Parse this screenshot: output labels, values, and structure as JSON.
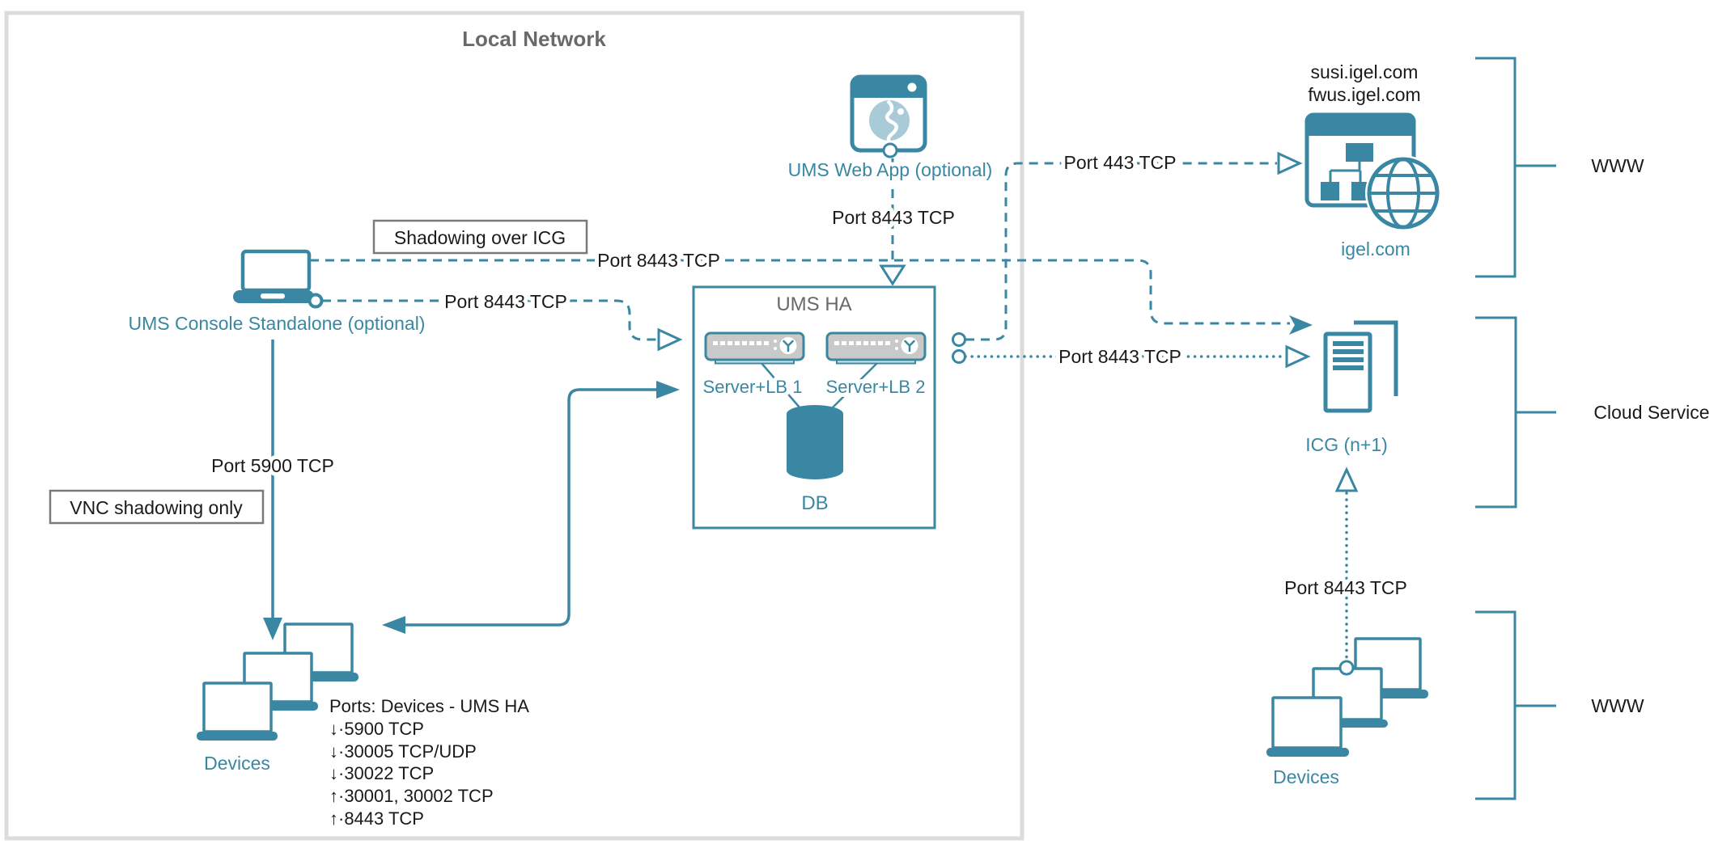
{
  "local_network": {
    "title": "Local Network"
  },
  "labels": {
    "shadowing_box": "Shadowing over ICG",
    "vnc_box": "VNC shadowing only"
  },
  "nodes": {
    "console": {
      "label": "UMS Console Standalone (optional)"
    },
    "web_app": {
      "label": "UMS Web App (optional)"
    },
    "ums_ha": {
      "title": "UMS HA",
      "server1": "Server+LB 1",
      "server2": "Server+LB 2",
      "db": "DB"
    },
    "devices_left": {
      "label": "Devices"
    },
    "devices_right": {
      "label": "Devices"
    },
    "igel": {
      "domains": [
        "susi.igel.com",
        "fwus.igel.com"
      ],
      "label": "igel.com"
    },
    "icg": {
      "label": "ICG (n+1)"
    }
  },
  "edges": {
    "console_icg": {
      "port": "Port 8443 TCP"
    },
    "console_ums": {
      "port": "Port 8443 TCP"
    },
    "console_devices": {
      "port": "Port 5900 TCP"
    },
    "webapp_ums": {
      "port": "Port 8443 TCP"
    },
    "ums_igel": {
      "port": "Port 443 TCP"
    },
    "ums_icg": {
      "port": "Port 8443 TCP"
    },
    "icg_devices": {
      "port": "Port 8443 TCP"
    }
  },
  "ports_info": {
    "title": "Ports: Devices - UMS HA",
    "items": [
      "↓·5900 TCP",
      "↓·30005 TCP/UDP",
      "↓·30022 TCP",
      "↑·30001, 30002 TCP",
      "↑·8443 TCP"
    ]
  },
  "groups": {
    "www_top": "WWW",
    "cloud_service": "Cloud Service",
    "www_bottom": "WWW"
  },
  "colors": {
    "teal": "#3A87A3",
    "lightblue": "#A9CBD8",
    "servergray": "#C9C9C9",
    "boxgray": "#DCDCDC",
    "titlegray": "#696969",
    "ink": "#1A1A1A",
    "labelborder": "#7A7A7A",
    "servershadow": "#D7E8EE"
  }
}
